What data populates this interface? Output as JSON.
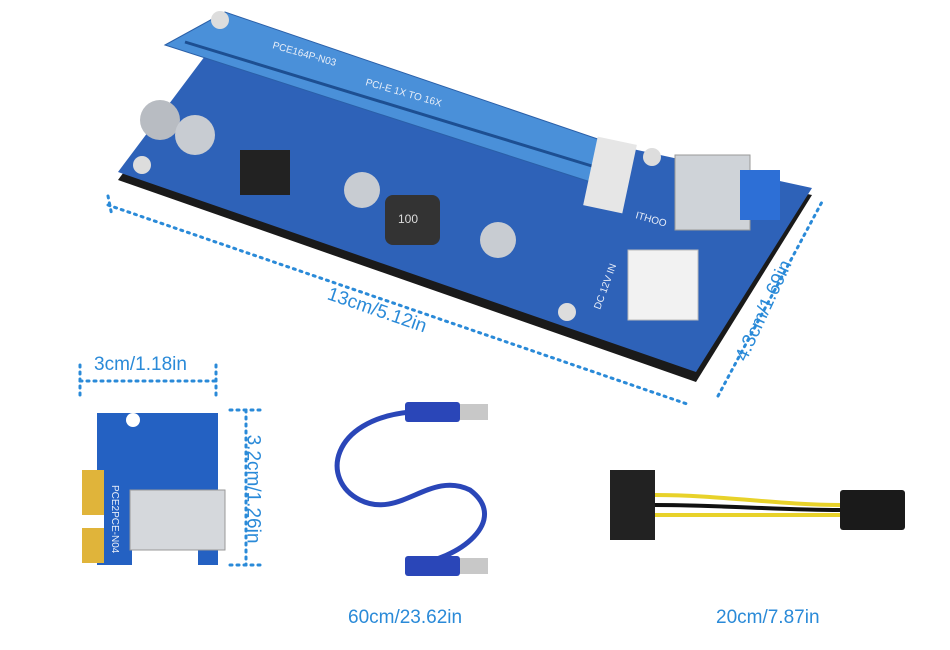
{
  "riser_board": {
    "model": "PCE164P-N03",
    "slot_text": "PCI-E 1X TO 16X",
    "brand": "ITHOO",
    "power_text": "DC 12V IN",
    "inductor_text": "100",
    "length_label": "13cm/5.12in",
    "width_label": "4.3cm/1.69in"
  },
  "adapter_card": {
    "model": "PCE2PCE-N04",
    "width_label": "3cm/1.18in",
    "height_label": "3.2cm/1.26in"
  },
  "usb_cable": {
    "length_label": "60cm/23.62in"
  },
  "power_cable": {
    "length_label": "20cm/7.87in"
  },
  "colors": {
    "dimension": "#2a8ad8",
    "pcb": "#2e62b8",
    "slot": "#4a90d9"
  }
}
